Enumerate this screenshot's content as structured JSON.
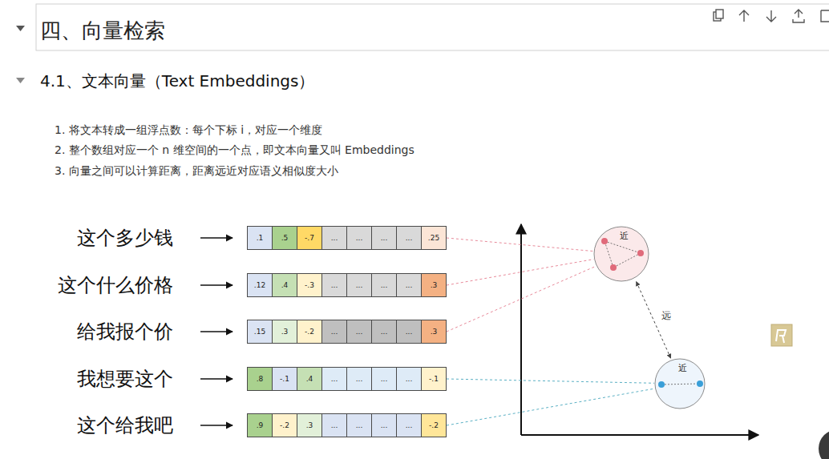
{
  "diagram": {
    "title": "四、向量检索",
    "nodes": [
      {
        "text": [
          ".1"
        ]
      },
      {
        "text": [
          ".5"
        ]
      },
      {
        "text": [
          "-.7"
        ]
      },
      {
        "text": [
          "..."
        ]
      },
      {
        "text": [
          "..."
        ]
      },
      {
        "text": [
          "..."
        ]
      },
      {
        "text": [
          "..."
        ]
      },
      {
        "text": [
          ".25"
        ]
      },
      {
        "text": [
          ".12"
        ]
      },
      {
        "text": [
          ".4"
        ]
      },
      {
        "text": [
          "-.3"
        ]
      },
      {
        "text": [
          "..."
        ]
      },
      {
        "text": [
          "..."
        ]
      },
      {
        "text": [
          "..."
        ]
      },
      {
        "text": [
          "..."
        ]
      },
      {
        "text": [
          ".3"
        ]
      },
      {
        "text": [
          ".15"
        ]
      },
      {
        "text": [
          ".3"
        ]
      },
      {
        "text": [
          "-.2"
        ]
      },
      {
        "text": [
          "..."
        ]
      },
      {
        "text": [
          "..."
        ]
      },
      {
        "text": [
          "..."
        ]
      },
      {
        "text": [
          "..."
        ]
      },
      {
        "text": [
          ".3"
        ]
      },
      {
        "text": [
          ".8"
        ]
      },
      {
        "text": [
          "-.1"
        ]
      },
      {
        "text": [
          ".4"
        ]
      },
      {
        "text": [
          "..."
        ]
      },
      {
        "text": [
          "..."
        ]
      },
      {
        "text": [
          "..."
        ]
      },
      {
        "text": [
          "..."
        ]
      },
      {
        "text": [
          "-.1"
        ]
      },
      {
        "text": [
          ".9"
        ]
      },
      {
        "text": [
          "-.2"
        ]
      },
      {
        "text": [
          ".3"
        ]
      },
      {
        "text": [
          "..."
        ]
      },
      {
        "text": [
          "..."
        ]
      },
      {
        "text": [
          "..."
        ]
      },
      {
        "text": [
          "..."
        ]
      },
      {
        "text": [
          "-.2"
        ]
      },
      {
        "text": [
          "近"
        ]
      },
      {
        "text": [
          "近"
        ]
      }
    ],
    "edges": [
      {
        "from": 7,
        "to": 40,
        "arrow": "none"
      },
      {
        "from": 15,
        "to": 40,
        "arrow": "none"
      },
      {
        "from": 23,
        "to": 40,
        "arrow": "none"
      },
      {
        "from": 31,
        "to": 41,
        "arrow": "none"
      },
      {
        "from": 39,
        "to": 41,
        "arrow": "none"
      },
      {
        "from": 40,
        "to": 41,
        "label": "远",
        "arrow": "both"
      }
    ],
    "labels": [
      "4.1、文本向量（Text Embeddings）",
      "1. 将文本转成一组浮点数：每个下标 i，对应一个维度",
      "2. 整个数组对应一个 n 维空间的一个点，即文本向量又叫 Embeddings",
      "3. 向量之间可以计算距离，距离远近对应语义相似度大小",
      "这个多少钱",
      "这个什么价格",
      "给我报个价",
      "我想要这个",
      "这个给我吧"
    ]
  }
}
